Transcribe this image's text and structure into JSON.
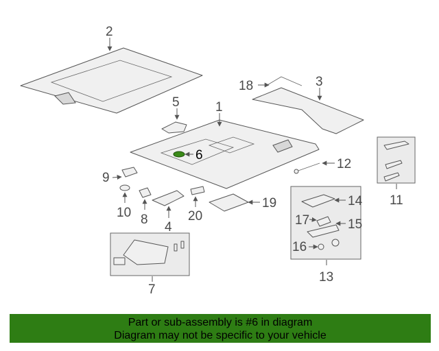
{
  "callouts": [
    "1",
    "2",
    "3",
    "4",
    "5",
    "6",
    "7",
    "8",
    "9",
    "10",
    "11",
    "12",
    "13",
    "14",
    "15",
    "16",
    "17",
    "18",
    "19",
    "20"
  ],
  "highlight_color": "#3a8a18",
  "banner": {
    "line1": "Part or sub-assembly is #6 in diagram",
    "line2": "Diagram may not be specific to your vehicle",
    "color": "#2e7d14"
  }
}
